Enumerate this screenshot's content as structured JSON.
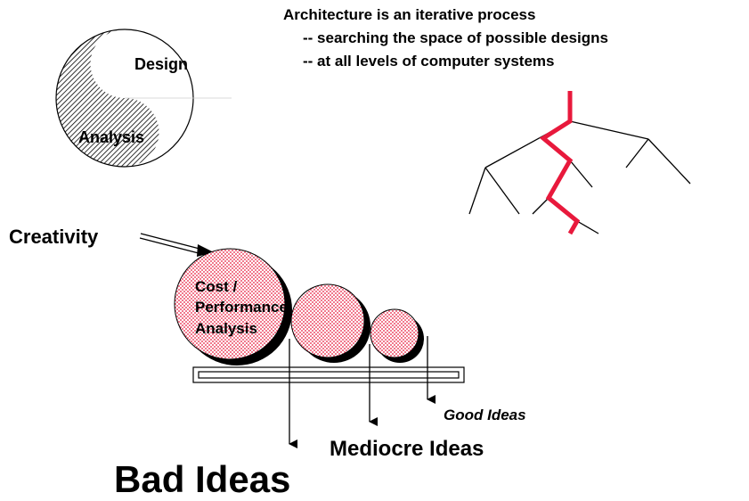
{
  "header": {
    "line1": "Architecture is an iterative process",
    "line2": "-- searching the space  of possible designs",
    "line3": "-- at all levels of computer systems"
  },
  "yin_yang": {
    "design_label": "Design",
    "analysis_label": "Analysis"
  },
  "funnel": {
    "creativity_label": "Creativity",
    "big_circle_label_line1": "Cost /",
    "big_circle_label_line2": "Performance",
    "big_circle_label_line3": "Analysis"
  },
  "outcomes": {
    "good": "Good Ideas",
    "mediocre": "Mediocre Ideas",
    "bad": "Bad Ideas"
  },
  "colors": {
    "search_path": "#e8193c",
    "dot_fill": "#e8193c",
    "text": "#000000"
  }
}
